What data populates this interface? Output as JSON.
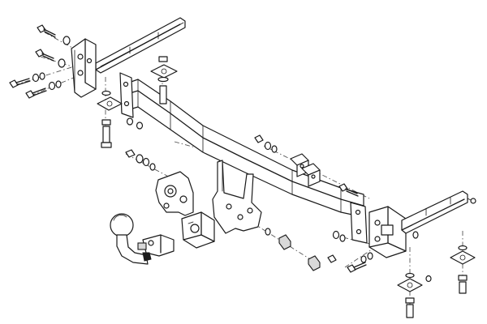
{
  "diagram": {
    "kind": "exploded assembly drawing",
    "colors": {
      "line": "#1a1a1a",
      "background": "#ffffff",
      "shade": "#d9d9d9",
      "axis": "#555555"
    },
    "components": [
      "main-crossbar",
      "left-side-rail",
      "right-side-rail",
      "left-mounting-bracket",
      "right-mounting-bracket",
      "center-mounting-plate",
      "towball-neck",
      "socket-plate",
      "electrical-socket-housing",
      "square-spacer-plates",
      "fixing-bolts",
      "nuts-and-washers"
    ]
  }
}
